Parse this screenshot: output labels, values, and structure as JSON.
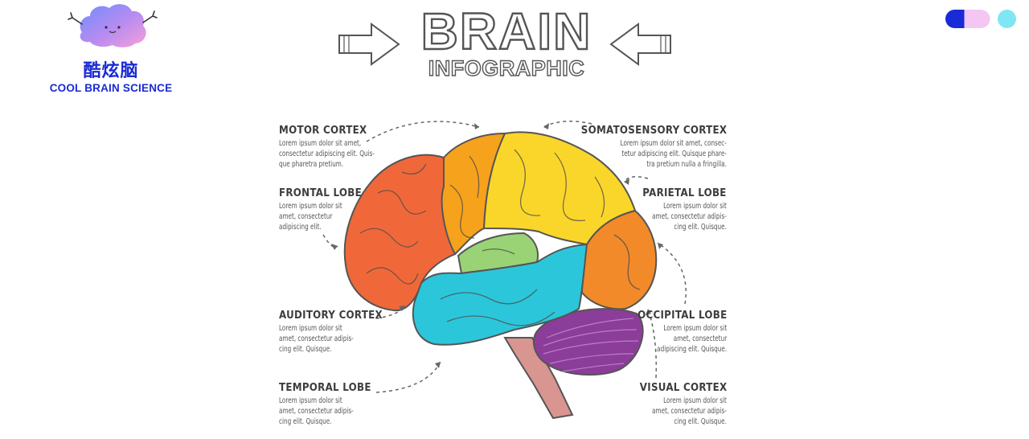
{
  "logo": {
    "name_cn": "酷炫脑",
    "name_en": "COOL BRAIN SCIENCE"
  },
  "header": {
    "title": "BRAIN",
    "subtitle": "INFOGRAPHIC"
  },
  "regions": {
    "motor_cortex": {
      "label": "MOTOR CORTEX",
      "text": "Lorem ipsum dolor sit amet,\nconsectetur adipiscing elit. Quis-\nque pharetra pretium."
    },
    "frontal_lobe": {
      "label": "FRONTAL LOBE",
      "text": "Lorem ipsum dolor sit\namet, consectetur\nadipiscing elit."
    },
    "auditory_cortex": {
      "label": "AUDITORY CORTEX",
      "text": "Lorem ipsum dolor sit\namet, consectetur adipis-\ncing elit. Quisque."
    },
    "temporal_lobe": {
      "label": "TEMPORAL LOBE",
      "text": "Lorem ipsum dolor sit\namet, consectetur adipis-\ncing elit. Quisque."
    },
    "somatosensory_cortex": {
      "label": "SOMATOSENSORY CORTEX",
      "text": "Lorem ipsum dolor sit amet, consec-\ntetur adipiscing elit. Quisque phare-\ntra pretium nulla a fringilla."
    },
    "parietal_lobe": {
      "label": "PARIETAL LOBE",
      "text": "Lorem ipsum dolor sit\namet, consectetur adipis-\ncing elit. Quisque."
    },
    "occipital_lobe": {
      "label": "OCCIPITAL LOBE",
      "text": "Lorem ipsum dolor sit\namet, consectetur\nadipiscing elit. Quisque."
    },
    "visual_cortex": {
      "label": "VISUAL CORTEX",
      "text": "Lorem ipsum dolor sit\namet, consectetur adipis-\ncing elit. Quisque."
    }
  },
  "colors": {
    "brand_blue": "#1a2ad6",
    "frontal": "#f0683a",
    "motor": "#f7a21c",
    "somatosensory": "#fbd62a",
    "parietal": "#f7a21c",
    "temporal": "#2cc6db",
    "auditory": "#9ad375",
    "occipital": "#f28a2a",
    "cerebellum": "#8b3d99",
    "brainstem": "#d99590"
  }
}
